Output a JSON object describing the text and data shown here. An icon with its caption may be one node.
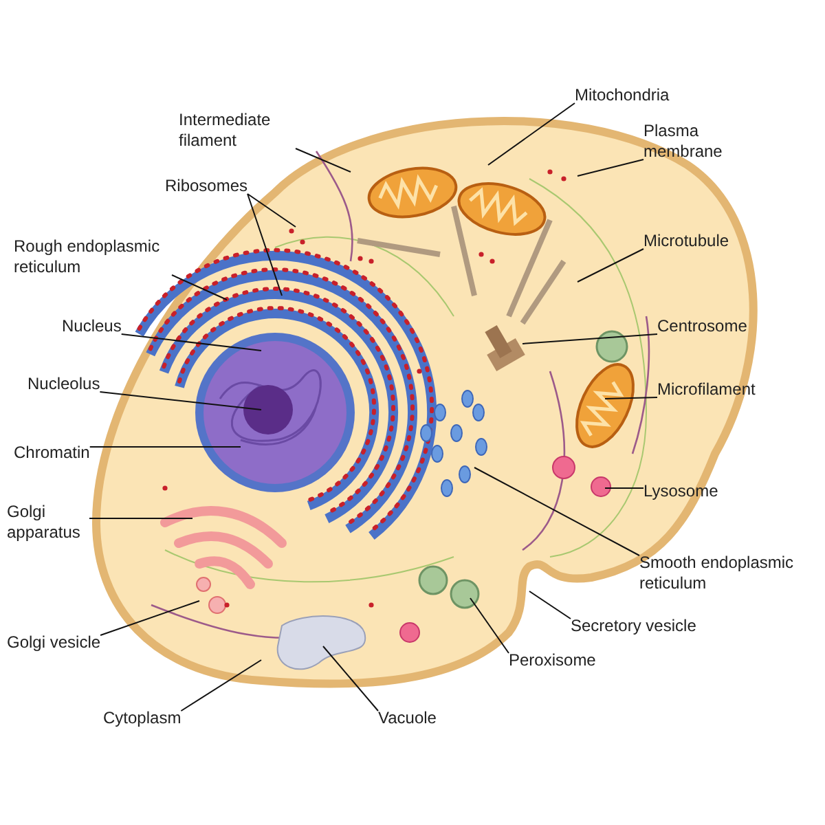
{
  "diagram": {
    "nodes": [
      {
        "text": [
          "Intermediate filament"
        ]
      },
      {
        "text": [
          "Mitochondria"
        ]
      },
      {
        "text": [
          "Plasma membrane"
        ]
      },
      {
        "text": [
          "Ribosomes"
        ]
      },
      {
        "text": [
          "Rough endoplasmic reticulum"
        ]
      },
      {
        "text": [
          "Microtubule"
        ]
      },
      {
        "text": [
          "Nucleus"
        ]
      },
      {
        "text": [
          "Centrosome"
        ]
      },
      {
        "text": [
          "Nucleolus"
        ]
      },
      {
        "text": [
          "Microfilament"
        ]
      },
      {
        "text": [
          "Chromatin"
        ]
      },
      {
        "text": [
          "Lysosome"
        ]
      },
      {
        "text": [
          "Golgi apparatus"
        ]
      },
      {
        "text": [
          "Smooth endoplasmic reticulum"
        ]
      },
      {
        "text": [
          "Secretory vesicle"
        ]
      },
      {
        "text": [
          "Golgi vesicle"
        ]
      },
      {
        "text": [
          "Peroxisome"
        ]
      },
      {
        "text": [
          "Cytoplasm"
        ]
      },
      {
        "text": [
          "Vacuole"
        ]
      }
    ],
    "edges": [
      {
        "from": 0,
        "to": null,
        "arrow": "none"
      },
      {
        "from": 1,
        "to": null,
        "arrow": "none"
      },
      {
        "from": 2,
        "to": null,
        "arrow": "none"
      },
      {
        "from": 3,
        "to": null,
        "arrow": "none"
      },
      {
        "from": 3,
        "to": null,
        "arrow": "none"
      },
      {
        "from": 4,
        "to": null,
        "arrow": "none"
      },
      {
        "from": 5,
        "to": null,
        "arrow": "none"
      },
      {
        "from": 6,
        "to": null,
        "arrow": "none"
      },
      {
        "from": 7,
        "to": null,
        "arrow": "none"
      },
      {
        "from": 8,
        "to": null,
        "arrow": "none"
      },
      {
        "from": 9,
        "to": null,
        "arrow": "none"
      },
      {
        "from": 10,
        "to": null,
        "arrow": "none"
      },
      {
        "from": 11,
        "to": null,
        "arrow": "none"
      },
      {
        "from": 12,
        "to": null,
        "arrow": "none"
      },
      {
        "from": 13,
        "to": null,
        "arrow": "none"
      },
      {
        "from": 14,
        "to": null,
        "arrow": "none"
      },
      {
        "from": 15,
        "to": null,
        "arrow": "none"
      },
      {
        "from": 16,
        "to": null,
        "arrow": "none"
      },
      {
        "from": 17,
        "to": null,
        "arrow": "none"
      },
      {
        "from": 18,
        "to": null,
        "arrow": "none"
      }
    ]
  }
}
